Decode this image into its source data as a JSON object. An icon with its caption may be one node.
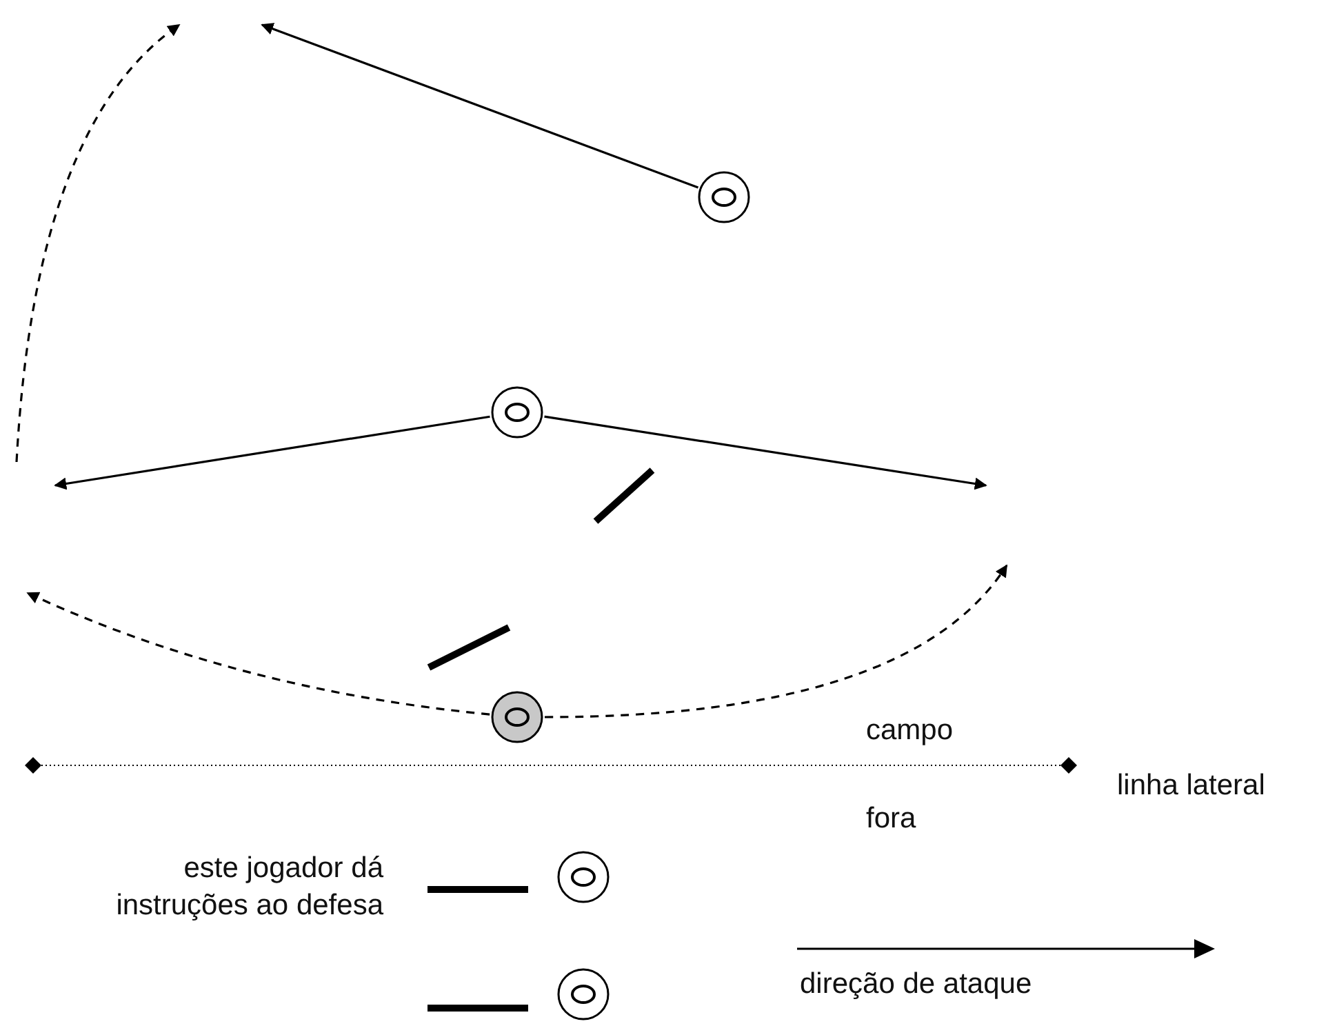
{
  "diagram": {
    "nodes": [
      {
        "text": [],
        "shape": "circle"
      },
      {
        "text": [],
        "shape": "circle"
      },
      {
        "text": [],
        "shape": "circle"
      },
      {
        "text": [],
        "shape": "bar"
      },
      {
        "text": [],
        "shape": "bar"
      }
    ],
    "edges": [
      {
        "from": 0,
        "to": null,
        "arrow": "to"
      },
      {
        "from": 1,
        "to": null,
        "arrow": "to"
      },
      {
        "from": 1,
        "to": null,
        "arrow": "to"
      },
      {
        "from": 2,
        "to": null,
        "arrow": "to",
        "style": "dashed"
      },
      {
        "from": 2,
        "to": null,
        "arrow": "to",
        "style": "dashed"
      }
    ],
    "labels": [
      "campo",
      "linha lateral",
      "fora",
      "direção de ataque"
    ],
    "legend": [
      {
        "text": "este jogador dá instruções ao defesa"
      }
    ]
  }
}
